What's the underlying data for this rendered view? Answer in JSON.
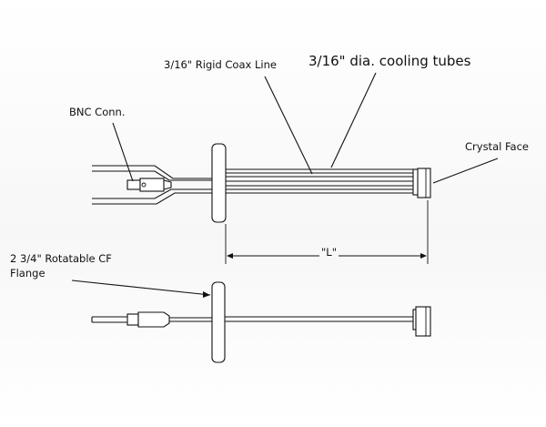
{
  "labels": {
    "coax_line": "3/16\" Rigid Coax Line",
    "cooling_tubes": "3/16\" dia. cooling tubes",
    "bnc_conn": "BNC Conn.",
    "crystal_face": "Crystal Face",
    "length": "\"L\"",
    "flange_line1": "2 3/4\" Rotatable CF",
    "flange_line2": "Flange"
  }
}
